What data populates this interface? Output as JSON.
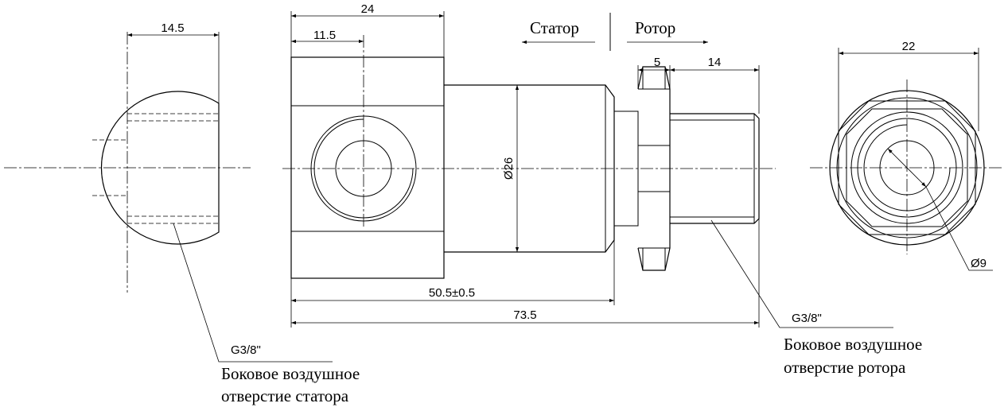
{
  "stator_rotor": {
    "stator": "Статор",
    "rotor": "Ротор"
  },
  "dimensions": {
    "d14_5": "14.5",
    "d24": "24",
    "d11_5": "11.5",
    "d26": "Ø26",
    "d50_5": "50.5±0.5",
    "d73_5": "73.5",
    "d5": "5",
    "d14": "14",
    "d22": "22",
    "d9": "Ø9"
  },
  "left_callout": {
    "thread": "G3/8\"",
    "line1": "Боковое воздушное",
    "line2": "отверстие статора"
  },
  "right_callout": {
    "thread": "G3/8\"",
    "line1": "Боковое воздушное",
    "line2": "отверстие ротора"
  }
}
